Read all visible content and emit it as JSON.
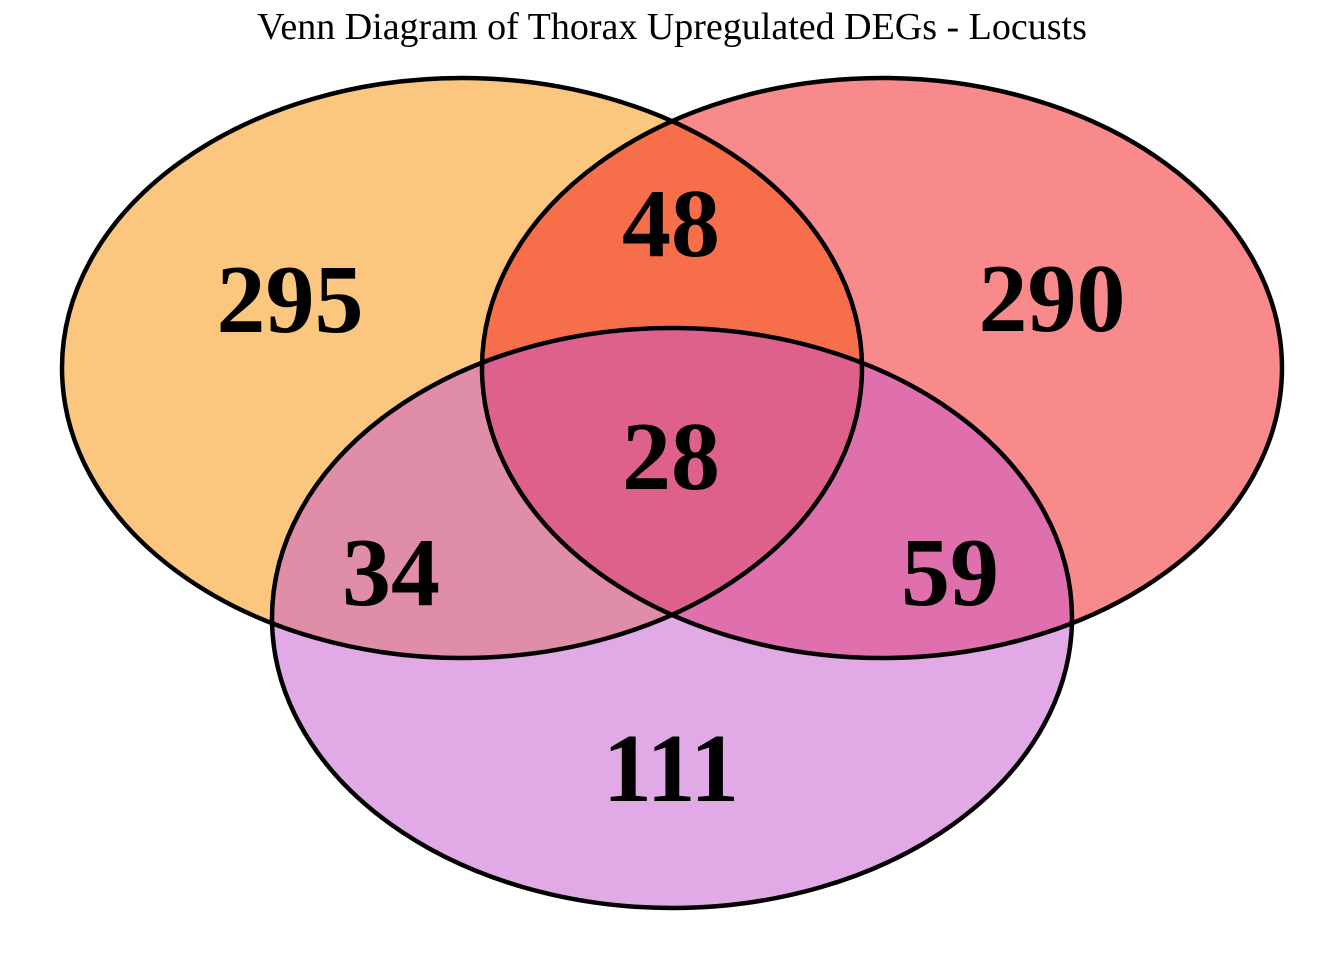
{
  "title": "Venn Diagram of Thorax Upregulated DEGs - Locusts",
  "chart_data": {
    "type": "venn",
    "title": "Venn Diagram of Thorax Upregulated DEGs - Locusts",
    "legend_position": "none",
    "background": "#FFFFFF",
    "outline_color": "#000000",
    "label_color": "#000000",
    "fill_opacity": 0.5,
    "sets": [
      {
        "id": "A",
        "position": "top-left",
        "color": "#F78F00",
        "rendered_region_color": "#FBC77E"
      },
      {
        "id": "B",
        "position": "top-right",
        "color": "#F31517",
        "rendered_region_color": "#F98B8B"
      },
      {
        "id": "C",
        "position": "bottom",
        "color": "#C553CF",
        "rendered_region_color": "#E2A9E7"
      }
    ],
    "regions": [
      {
        "sets": [
          "A"
        ],
        "value": 295,
        "rendered_color": "#FBC77E"
      },
      {
        "sets": [
          "A",
          "B"
        ],
        "value": 48,
        "rendered_color": "#F7654A"
      },
      {
        "sets": [
          "B"
        ],
        "value": 290,
        "rendered_color": "#F98B8B"
      },
      {
        "sets": [
          "A",
          "C"
        ],
        "value": 34,
        "rendered_color": "#DC8FA9"
      },
      {
        "sets": [
          "A",
          "B",
          "C"
        ],
        "value": 28,
        "rendered_color": "#E0608C"
      },
      {
        "sets": [
          "B",
          "C"
        ],
        "value": 59,
        "rendered_color": "#D967AE"
      },
      {
        "sets": [
          "C"
        ],
        "value": 111,
        "rendered_color": "#E2A9E7"
      }
    ]
  }
}
